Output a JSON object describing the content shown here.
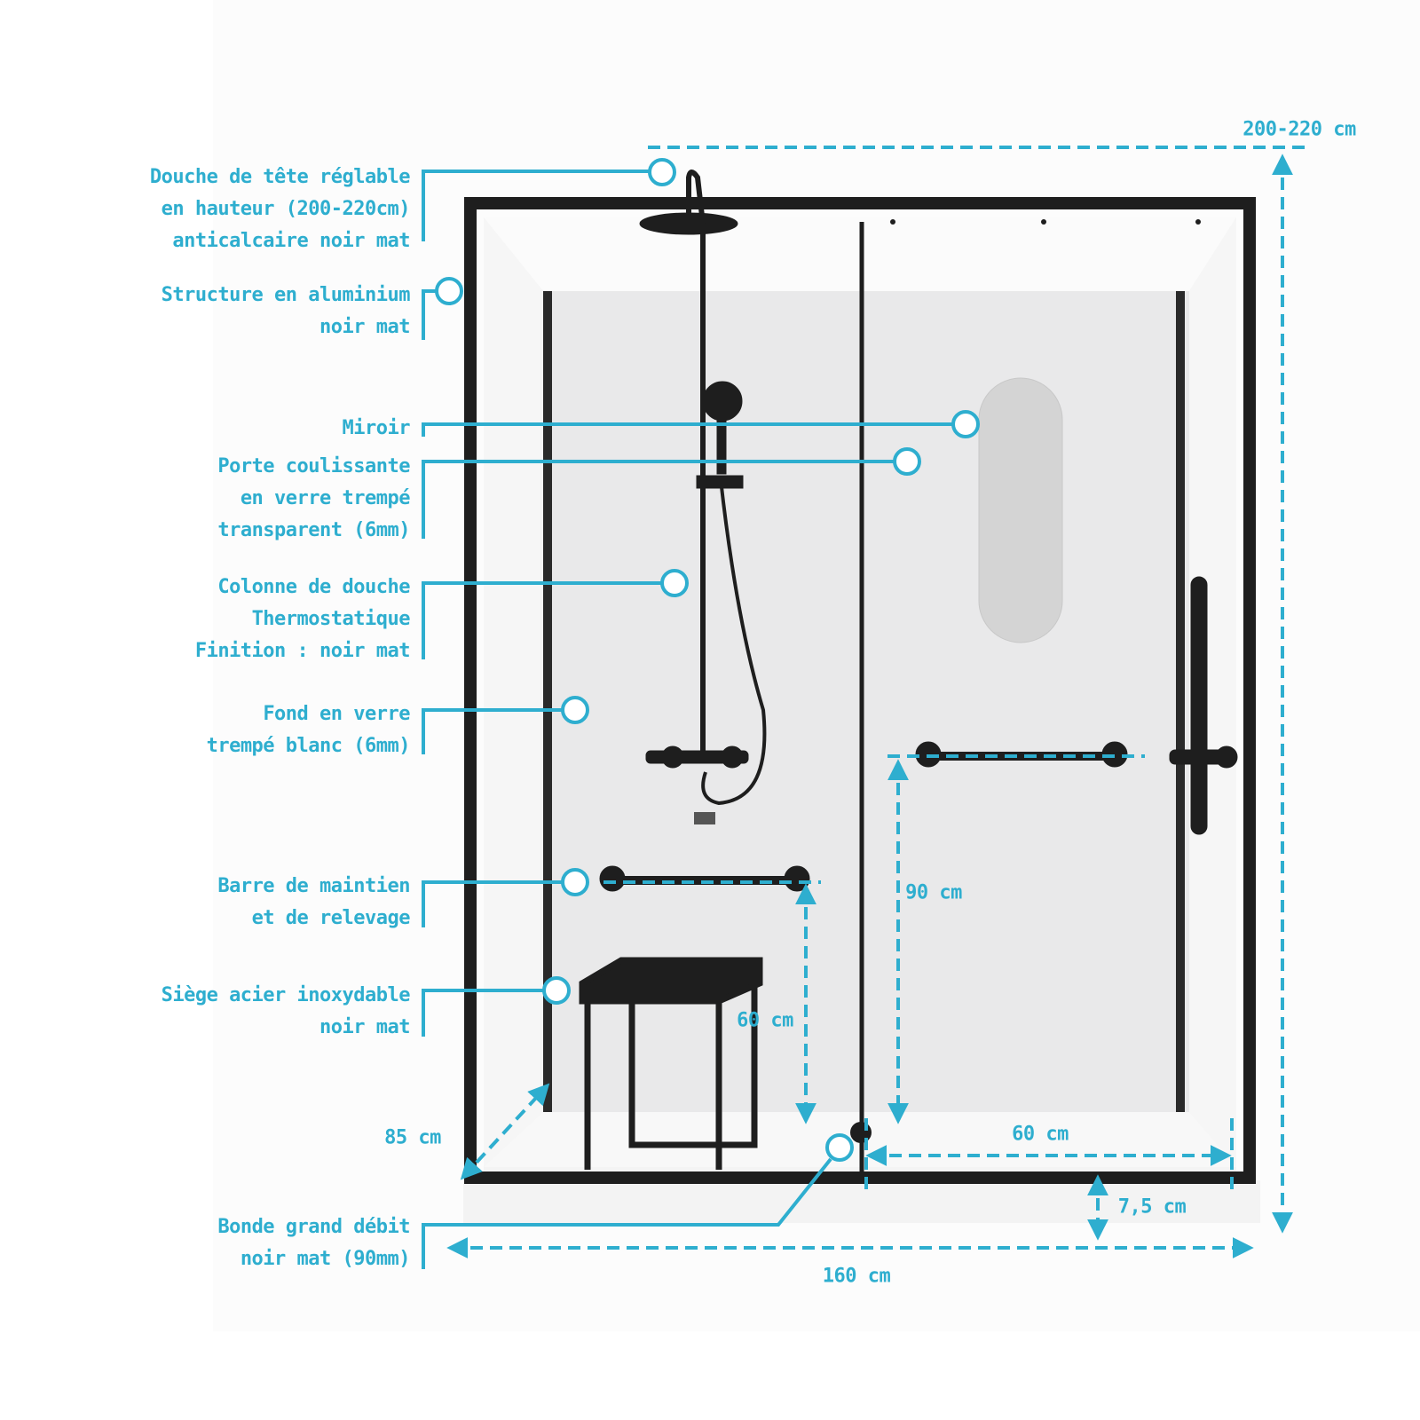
{
  "accent_color": "#2eaecf",
  "frame_color": "#1e1e1e",
  "labels": {
    "head_shower": [
      "Douche de tête réglable",
      "en hauteur (200-220cm)",
      "anticalcaire noir mat"
    ],
    "structure": [
      "Structure en aluminium",
      "noir mat"
    ],
    "mirror": [
      "Miroir"
    ],
    "sliding_door": [
      "Porte coulissante",
      "en verre trempé",
      "transparent (6mm)"
    ],
    "shower_column": [
      "Colonne de douche",
      "Thermostatique",
      "Finition : noir mat"
    ],
    "back_panel": [
      "Fond en verre",
      "trempé blanc (6mm)"
    ],
    "grab_bar": [
      "Barre de maintien",
      "et de relevage"
    ],
    "seat": [
      "Siège acier inoxydable",
      "noir mat"
    ],
    "drain": [
      "Bonde grand débit",
      "noir mat (90mm)"
    ]
  },
  "dimensions": {
    "height": "200-220 cm",
    "width": "160 cm",
    "depth": "85 cm",
    "door_width": "60 cm",
    "bar_height_left": "60 cm",
    "bar_height_right": "90 cm",
    "tray_height": "7,5 cm"
  }
}
